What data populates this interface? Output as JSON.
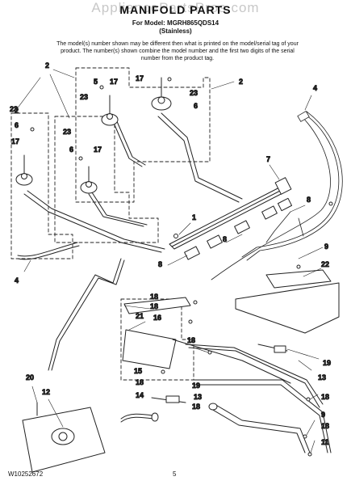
{
  "header": {
    "watermark": "AppliancePartsPros.com",
    "title": "MANIFOLD PARTS",
    "model_line": "For Model: MGRH865QDS14",
    "finish": "(Stainless)",
    "notice": "The model(s) number shown may be different then what is printed on the model/serial tag of your product. The number(s) shown combine the model number and the first two digits of the serial number from the product tag."
  },
  "callouts": [
    "1",
    "2",
    "2",
    "2",
    "4",
    "5",
    "6",
    "6",
    "6",
    "7",
    "8",
    "8",
    "8",
    "9",
    "11",
    "12",
    "13",
    "13",
    "14",
    "15",
    "16",
    "17",
    "17",
    "17",
    "17",
    "18",
    "18",
    "18",
    "18",
    "18",
    "18",
    "19",
    "19",
    "20",
    "21",
    "22",
    "23",
    "23",
    "23",
    "23"
  ],
  "footer": {
    "doc_number": "W10252672",
    "page": "5"
  }
}
